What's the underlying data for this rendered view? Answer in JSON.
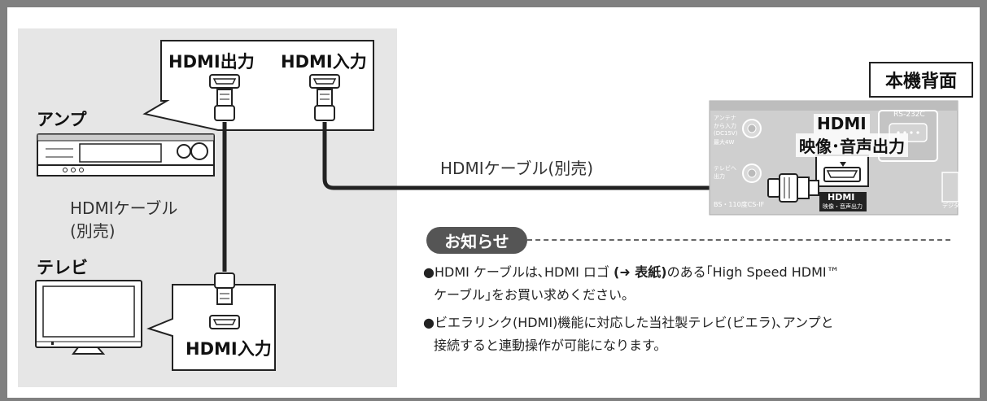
{
  "labels": {
    "hdmi_out": "HDMI出力",
    "hdmi_in_amp": "HDMI入力",
    "hdmi_in_tv": "HDMI入力",
    "amp": "アンプ",
    "tv": "テレビ",
    "cable_left_1": "HDMIケーブル",
    "cable_left_2": "(別売)",
    "cable_right": "HDMIケーブル(別売)",
    "rear_panel": "本機背面",
    "port_title_1": "HDMI",
    "port_title_2": "映像･音声出力",
    "rs232c": "RS-232C",
    "antenna_1": "アンテナ",
    "antenna_2": "から入力",
    "antenna_3": "(DC15V)",
    "antenna_4": "最大4W",
    "tv_out_1": "テレビへ",
    "tv_out_2": "出力",
    "bs_label": "BS・110度CS-IF",
    "port_logo": "HDMI",
    "port_sub": "映像・音声出力",
    "digital": "デジタ"
  },
  "notice": {
    "title": "お知らせ",
    "bullet1_line1_pre": "●HDMI ケーブルは､HDMI ロゴ ",
    "bullet1_line1_bold": "(➜ 表紙)",
    "bullet1_line1_post": "のある｢High Speed HDMI™",
    "bullet1_line2": "ケーブル｣をお買い求めください。",
    "bullet2_line1": "●ビエラリンク(HDMI)機能に対応した当社製テレビ(ビエラ)､アンプと",
    "bullet2_line2": "接続すると連動操作が可能になります。"
  },
  "colors": {
    "frame": "#808080",
    "panel": "#e6e6e6",
    "device_grey": "#c8c8c8",
    "pill": "#555555"
  }
}
